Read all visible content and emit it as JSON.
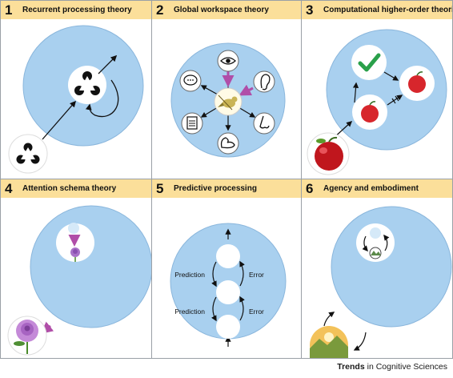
{
  "panels": [
    {
      "number": "1",
      "title": "Recurrent processing theory"
    },
    {
      "number": "2",
      "title": "Global workspace theory"
    },
    {
      "number": "3",
      "title": "Computational higher-order theories"
    },
    {
      "number": "4",
      "title": "Attention schema theory"
    },
    {
      "number": "5",
      "title": "Predictive processing",
      "labels": {
        "prediction_top": "Prediction",
        "prediction_bottom": "Prediction",
        "error_top": "Error",
        "error_bottom": "Error"
      }
    },
    {
      "number": "6",
      "title": "Agency and embodiment"
    }
  ],
  "footer": {
    "brand": "Trends",
    "rest": " in Cognitive Sciences"
  },
  "colors": {
    "header": "#fbdf9a",
    "circle": "#a9d0ef",
    "circle_stroke": "#8ab6dc",
    "highlight_arrow": "#b04ea8",
    "check": "#2aa04a"
  }
}
